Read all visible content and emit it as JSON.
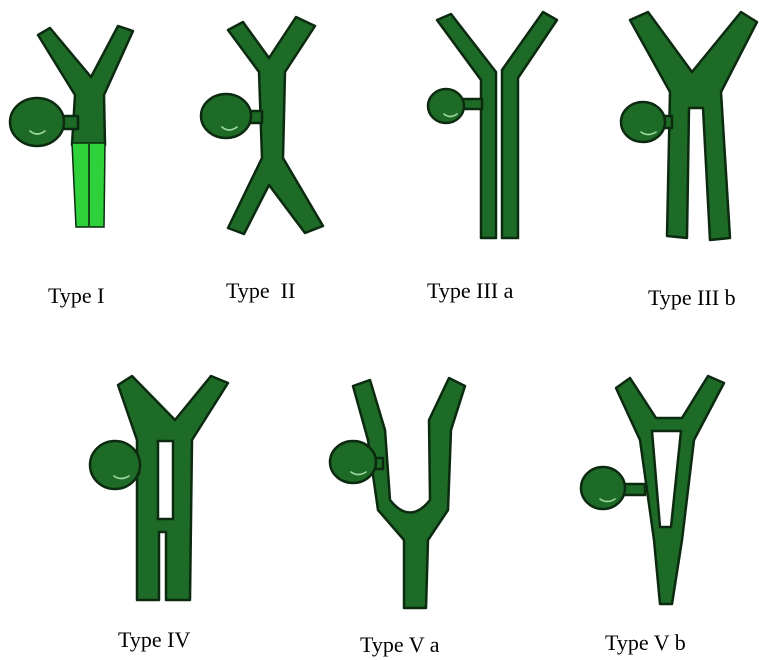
{
  "labels": {
    "type_1": "Type I",
    "type_2": "Type  II",
    "type_3a": "Type III a",
    "type_3b": "Type III b",
    "type_4": "Type IV",
    "type_5a": "Type V a",
    "type_5b": "Type V b"
  },
  "colors": {
    "duct": "#1e6b27",
    "outline": "#0b2a10",
    "highlight": "#2fd13a"
  }
}
